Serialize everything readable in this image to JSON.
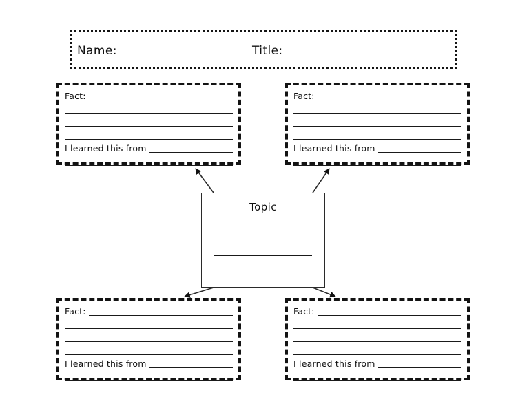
{
  "page": {
    "type": "graphic-organizer-worksheet",
    "background_color": "#ffffff",
    "ink_color": "#131313"
  },
  "header": {
    "name_label": "Name:",
    "title_label": "Title:",
    "border_style": "dotted"
  },
  "topic": {
    "heading": "Topic",
    "blank_lines": 2,
    "border_style": "solid"
  },
  "fact_boxes": [
    {
      "position": "top-left",
      "fact_label": "Fact:",
      "source_label": "I learned this from",
      "blank_lines": 4,
      "border_style": "dashed"
    },
    {
      "position": "top-right",
      "fact_label": "Fact:",
      "source_label": "I learned this from",
      "blank_lines": 4,
      "border_style": "dashed"
    },
    {
      "position": "bottom-left",
      "fact_label": "Fact:",
      "source_label": "I learned this from",
      "blank_lines": 4,
      "border_style": "dashed"
    },
    {
      "position": "bottom-right",
      "fact_label": "Fact:",
      "source_label": "I learned this from",
      "blank_lines": 4,
      "border_style": "dashed"
    }
  ],
  "connectors": [
    {
      "from": "topic",
      "to": "top-left",
      "direction": "up-left"
    },
    {
      "from": "topic",
      "to": "top-right",
      "direction": "up-right"
    },
    {
      "from": "topic",
      "to": "bottom-left",
      "direction": "down-left"
    },
    {
      "from": "topic",
      "to": "bottom-right",
      "direction": "down-right"
    }
  ]
}
